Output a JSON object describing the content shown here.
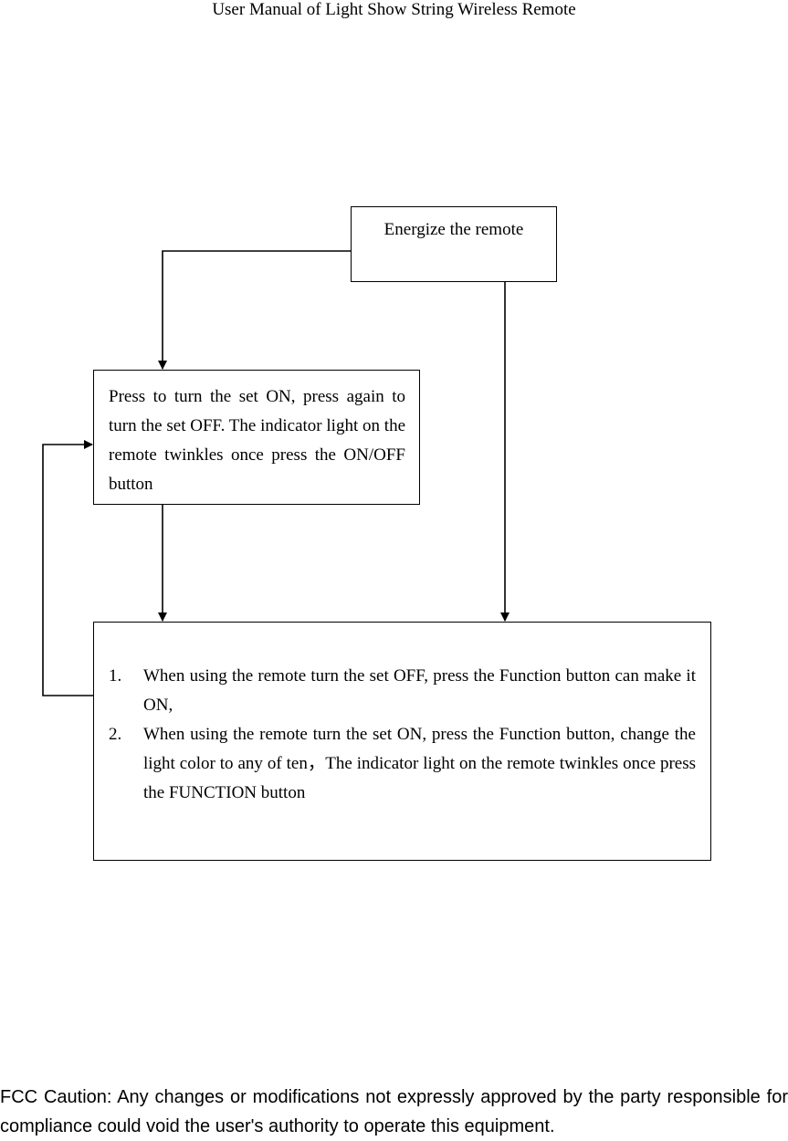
{
  "header": {
    "title": "User Manual of Light Show String Wireless Remote"
  },
  "diagram": {
    "nodes": {
      "energize": "Energize the remote",
      "on_off": "Press to turn the set ON, press again to turn the set OFF. The indicator light on the remote twinkles once press the ON/OFF button",
      "function": {
        "items": [
          {
            "number": "1.",
            "text": "When using the remote turn the set OFF, press the Function button can make it ON,"
          },
          {
            "number": "2.",
            "text": "When using the remote turn the set ON, press the Function button, change the light color to any of ten，The indicator light on the remote twinkles once press the FUNCTION button"
          }
        ]
      }
    }
  },
  "footer": {
    "caution": "FCC Caution: Any changes or modifications not expressly approved by the party responsible for compliance could void the user's authority to operate this equipment."
  }
}
